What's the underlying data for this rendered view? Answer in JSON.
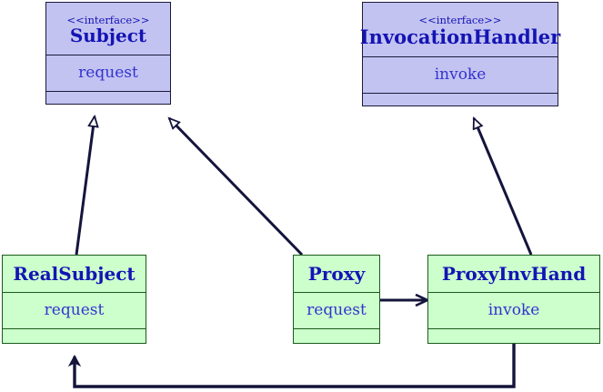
{
  "diagram": {
    "title": "Proxy pattern UML class diagram",
    "colors": {
      "interface_fill": "#C3C3F2",
      "class_fill": "#CCFFCC",
      "text": "#1414b4",
      "member_text": "#3333d0",
      "edge": "#14143c",
      "background": "#ffffff"
    },
    "stereotype_label": "<<interface>>"
  },
  "nodes": {
    "subject": {
      "stereotype": "<<interface>>",
      "name": "Subject",
      "members": [
        "request"
      ],
      "kind": "interface"
    },
    "invocation_handler": {
      "stereotype": "<<interface>>",
      "name": "InvocationHandler",
      "members": [
        "invoke"
      ],
      "kind": "interface"
    },
    "real_subject": {
      "name": "RealSubject",
      "members": [
        "request"
      ],
      "kind": "class"
    },
    "proxy": {
      "name": "Proxy",
      "members": [
        "request"
      ],
      "kind": "class"
    },
    "proxy_inv_hand": {
      "name": "ProxyInvHand",
      "members": [
        "invoke"
      ],
      "kind": "class"
    }
  },
  "edges": [
    {
      "id": "realsubject-implements-subject",
      "from": "RealSubject",
      "to": "Subject",
      "type": "generalization",
      "label": ""
    },
    {
      "id": "proxy-implements-subject",
      "from": "Proxy",
      "to": "Subject",
      "type": "generalization",
      "label": ""
    },
    {
      "id": "proxyinvhand-implements-ih",
      "from": "ProxyInvHand",
      "to": "InvocationHandler",
      "type": "generalization",
      "label": ""
    },
    {
      "id": "proxy-uses-proxyinvhand",
      "from": "Proxy",
      "to": "ProxyInvHand",
      "type": "association",
      "label": ""
    },
    {
      "id": "proxyinvhand-uses-realsubject",
      "from": "ProxyInvHand",
      "to": "RealSubject",
      "type": "association",
      "label": ""
    }
  ]
}
